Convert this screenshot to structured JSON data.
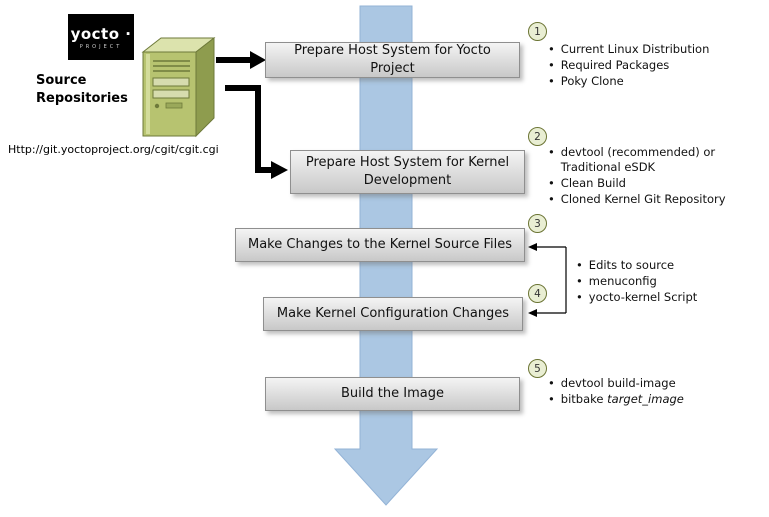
{
  "diagram": {
    "logo": {
      "brand": "yocto ·",
      "project": "PROJECT"
    },
    "source_label": "Source Repositories",
    "source_url": "Http://git.yoctoproject.org/cgit/cgit.cgi",
    "steps": {
      "s1": {
        "num": "1",
        "title": "Prepare Host System for Yocto Project",
        "bullets": [
          "Current Linux Distribution",
          "Required Packages",
          "Poky Clone"
        ]
      },
      "s2": {
        "num": "2",
        "title": "Prepare Host System for Kernel Development",
        "bullets": [
          "devtool (recommended) or Traditional eSDK",
          "Clean Build",
          "Cloned Kernel Git Repository"
        ]
      },
      "s3": {
        "num": "3",
        "title": "Make Changes to the Kernel Source Files"
      },
      "s4": {
        "num": "4",
        "title": "Make Kernel Configuration Changes"
      },
      "s5": {
        "num": "5",
        "title": "Build the Image",
        "bullet1": "devtool build-image",
        "bullet2_prefix": "bitbake ",
        "bullet2_italic": "target_image"
      }
    },
    "shared_bullets_steps_3_4": [
      "Edits to source",
      "menuconfig",
      "yocto-kernel Script"
    ]
  },
  "colors": {
    "flow_arrow_fill": "#abc7e3",
    "flow_arrow_edge": "#93b3d6",
    "box_border": "#8f8f8f",
    "circle_fill": "#e9eed3",
    "circle_border": "#6b7434",
    "server_front": "#b7c370",
    "server_side": "#8e9c4e",
    "server_top": "#dce3ad",
    "connector_black": "#000000"
  }
}
